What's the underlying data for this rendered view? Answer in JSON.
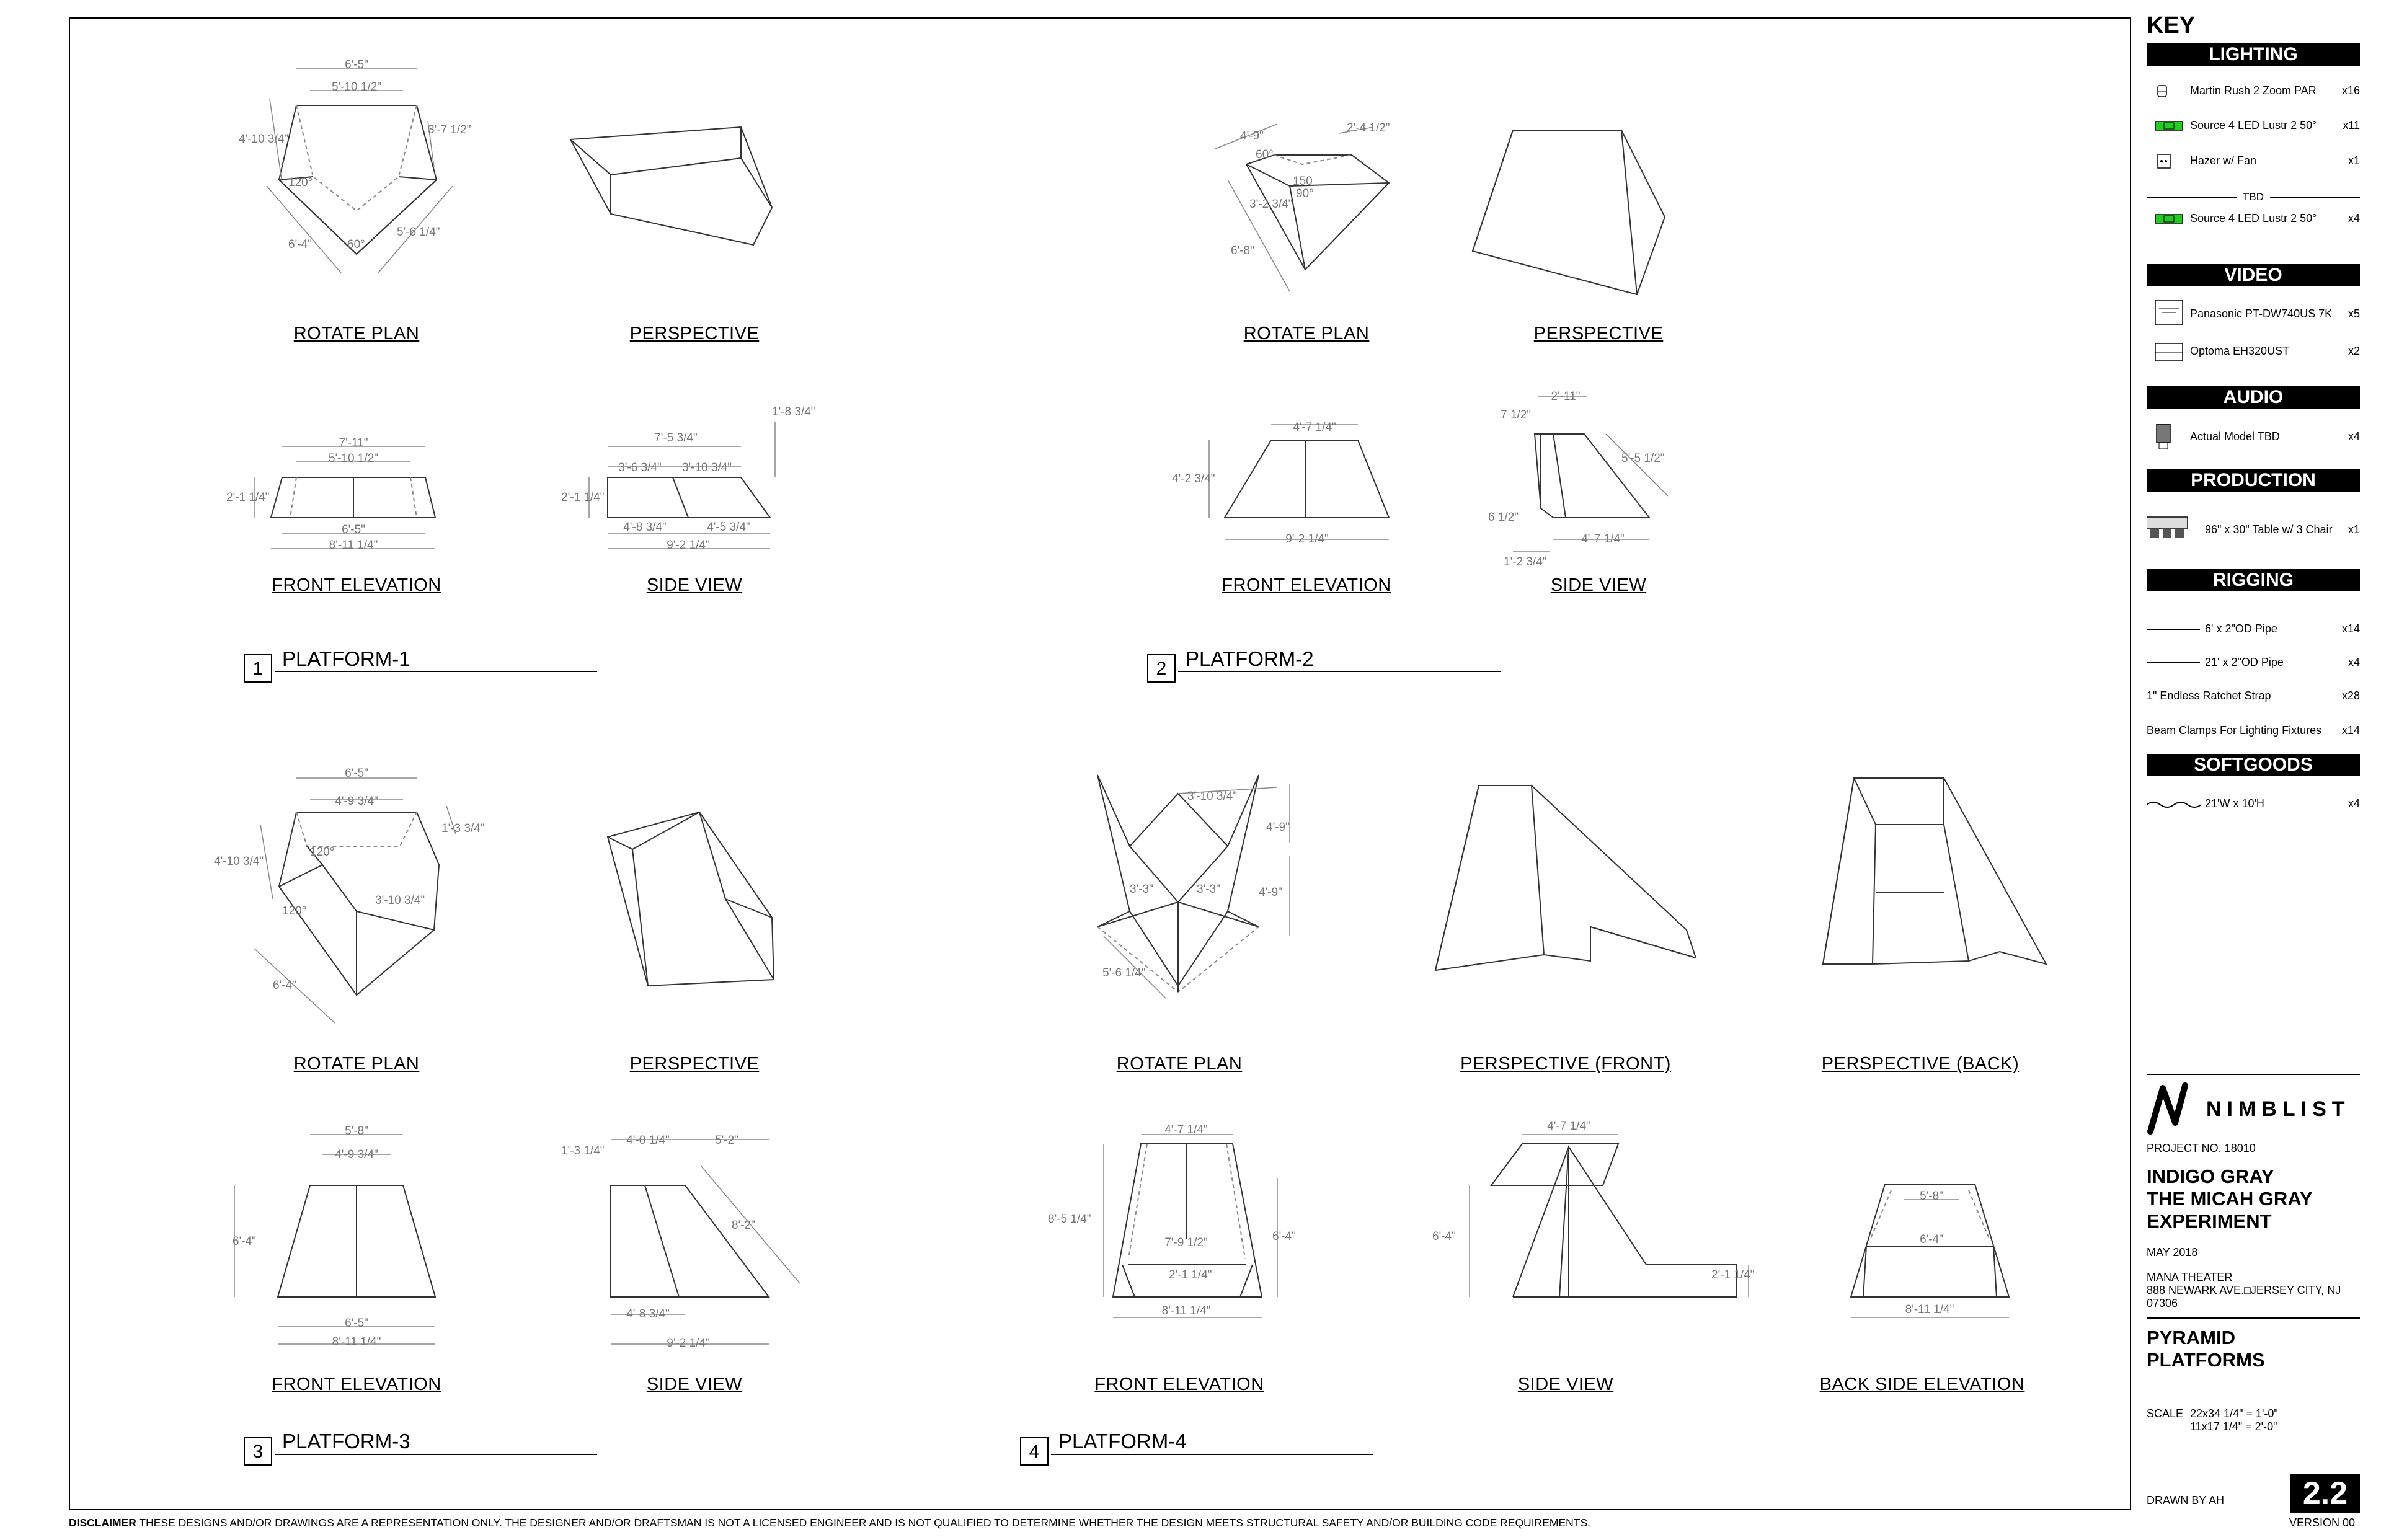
{
  "disclaimer": {
    "label": "DISCLAIMER",
    "text": " THESE DESIGNS AND/OR DRAWINGS ARE A REPRESENTATION ONLY. THE DESIGNER AND/OR DRAFTSMAN IS NOT A LICENSED ENGINEER AND IS NOT QUALIFIED TO DETERMINE WHETHER THE DESIGN MEETS STRUCTURAL SAFETY AND/OR BUILDING CODE REQUIREMENTS."
  },
  "platforms": [
    {
      "number": "1",
      "title": "PLATFORM-1",
      "views": [
        "ROTATE PLAN",
        "PERSPECTIVE",
        "FRONT ELEVATION",
        "SIDE VIEW"
      ],
      "dims": {
        "plan": [
          "6'-5\"",
          "5'-10 1/2\"",
          "4'-10 3/4\"",
          "3'-7 1/2\"",
          "120°",
          "6'-4\"",
          "5'-6 1/4\"",
          "60°"
        ],
        "front": [
          "7'-11\"",
          "5'-10 1/2\"",
          "2'-1 1/4\"",
          "6'-5\"",
          "8'-11 1/4\""
        ],
        "side": [
          "7'-5 3/4\"",
          "1'-8 3/4\"",
          "3'-6 3/4\"",
          "3'-10 3/4\"",
          "2'-1 1/4\"",
          "4'-8 3/4\"",
          "4'-5 3/4\"",
          "9'-2 1/4\""
        ]
      }
    },
    {
      "number": "2",
      "title": "PLATFORM-2",
      "views": [
        "ROTATE PLAN",
        "PERSPECTIVE",
        "FRONT ELEVATION",
        "SIDE VIEW"
      ],
      "dims": {
        "plan": [
          "4'-9\"",
          "2'-4 1/2\"",
          "60°",
          "150",
          "90°",
          "3'-2 3/4\"",
          "6'-8\""
        ],
        "front": [
          "4'-7 1/4\"",
          "4'-2 3/4\"",
          "9'-2 1/4\""
        ],
        "side": [
          "2'-11\"",
          "7 1/2\"",
          "5'-5 1/2\"",
          "6 1/2\"",
          "4'-7 1/4\"",
          "1'-2 3/4\""
        ]
      }
    },
    {
      "number": "3",
      "title": "PLATFORM-3",
      "views": [
        "ROTATE PLAN",
        "PERSPECTIVE",
        "FRONT ELEVATION",
        "SIDE VIEW"
      ],
      "dims": {
        "plan": [
          "6'-5\"",
          "4'-9 3/4\"",
          "1'-3 3/4\"",
          "4'-10 3/4\"",
          "120°",
          "120°",
          "3'-10 3/4\"",
          "6'-4\""
        ],
        "front": [
          "5'-8\"",
          "4'-9 3/4\"",
          "6'-4\"",
          "6'-5\"",
          "8'-11 1/4\""
        ],
        "side": [
          "4'-0 1/4\"",
          "5'-2\"",
          "1'-3 1/4\"",
          "8'-2\"",
          "4'-8 3/4\"",
          "9'-2 1/4\""
        ]
      }
    },
    {
      "number": "4",
      "title": "PLATFORM-4",
      "views": [
        "ROTATE PLAN",
        "PERSPECTIVE (FRONT)",
        "PERSPECTIVE (BACK)",
        "FRONT ELEVATION",
        "SIDE VIEW",
        "BACK SIDE ELEVATION"
      ],
      "dims": {
        "plan": [
          "3'-10 3/4\"",
          "4'-9\"",
          "3'-3\"",
          "3'-3\"",
          "4'-9\"",
          "5'-6 1/4\""
        ],
        "front": [
          "4'-7 1/4\"",
          "8'-5 1/4\"",
          "7'-9 1/2\"",
          "6'-4\"",
          "2'-1 1/4\"",
          "8'-11 1/4\""
        ],
        "side": [
          "4'-7 1/4\"",
          "6'-4\"",
          "2'-1 1/4\""
        ],
        "back": [
          "5'-8\"",
          "6'-4\"",
          "8'-11 1/4\""
        ]
      }
    }
  ],
  "key": {
    "title": "KEY",
    "sections": [
      {
        "name": "LIGHTING",
        "items": [
          {
            "name": "Martin Rush 2 Zoom PAR",
            "qty": "x16",
            "icon": "par-fixture-icon"
          },
          {
            "name": "Source 4 LED Lustr 2 50°",
            "qty": "x11",
            "icon": "led-fixture-icon",
            "color": "#22cc22"
          },
          {
            "name": "Hazer w/ Fan",
            "qty": "x1",
            "icon": "hazer-icon"
          },
          {
            "name": "Source 4 LED Lustr 2 50°",
            "qty": "x4",
            "icon": "led-fixture-icon",
            "color": "#22cc22"
          }
        ],
        "tbd_label": "TBD"
      },
      {
        "name": "VIDEO",
        "items": [
          {
            "name": "Panasonic PT-DW740US 7K",
            "qty": "x5",
            "icon": "projector-icon"
          },
          {
            "name": "Optoma EH320UST",
            "qty": "x2",
            "icon": "projector-ust-icon"
          }
        ]
      },
      {
        "name": "AUDIO",
        "items": [
          {
            "name": "Actual Model TBD",
            "qty": "x4",
            "icon": "speaker-icon"
          }
        ]
      },
      {
        "name": "PRODUCTION",
        "items": [
          {
            "name": "96\" x 30\" Table w/ 3 Chair",
            "qty": "x1",
            "icon": "table-icon"
          }
        ]
      },
      {
        "name": "RIGGING",
        "items": [
          {
            "name": "6' x 2\"OD Pipe",
            "qty": "x14",
            "icon": "pipe-icon"
          },
          {
            "name": "21' x 2\"OD Pipe",
            "qty": "x4",
            "icon": "pipe-icon"
          },
          {
            "name": "1\" Endless Ratchet Strap",
            "qty": "x28"
          },
          {
            "name": "Beam Clamps For Lighting Fixtures",
            "qty": "x14"
          }
        ]
      },
      {
        "name": "SOFTGOODS",
        "items": [
          {
            "name": "21'W x 10'H",
            "qty": "x4",
            "icon": "drape-icon"
          }
        ]
      }
    ]
  },
  "title_block": {
    "logo": "NIMBLIST",
    "project_no": "PROJECT NO. 18010",
    "client": [
      "INDIGO GRAY",
      "THE MICAH GRAY",
      "EXPERIMENT"
    ],
    "date": "MAY 2018",
    "venue": "MANA THEATER",
    "address": [
      "888 NEWARK AVE.□JERSEY CITY, NJ",
      "07306"
    ],
    "sheet_title": [
      "PYRAMID",
      "PLATFORMS"
    ],
    "scale_label": "SCALE",
    "scales": [
      "22x34  1/4\" = 1'-0\"",
      "11x17  1/4\" = 2'-0\""
    ],
    "drawn_by": "DRAWN BY AH",
    "sheet_number": "2.2",
    "version": "VERSION 00"
  }
}
